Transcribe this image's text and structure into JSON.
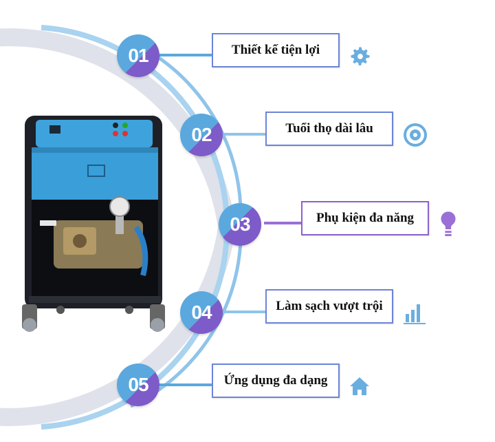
{
  "features": [
    {
      "number": "01",
      "label": "Thiết kế tiện lợi",
      "icon": "gear-icon"
    },
    {
      "number": "02",
      "label": "Tuổi thọ dài lâu",
      "icon": "dial-icon"
    },
    {
      "number": "03",
      "label": "Phụ kiện đa năng",
      "icon": "lightbulb-icon"
    },
    {
      "number": "04",
      "label": "Làm sạch vượt trội",
      "icon": "bar-chart-icon"
    },
    {
      "number": "05",
      "label": "Ứng dụng đa dạng",
      "icon": "home-icon"
    }
  ],
  "colors": {
    "blue_badge": "#5aa8de",
    "purple_badge": "#7d5bc8",
    "box_border_blue": "#6c84d6",
    "box_border_purple": "#8a62cc",
    "icon_blue": "#6aaee0",
    "icon_purple": "#9a6fd6",
    "arc_outer": "#dde0e8",
    "arc_inner": "#bfe0f5"
  }
}
